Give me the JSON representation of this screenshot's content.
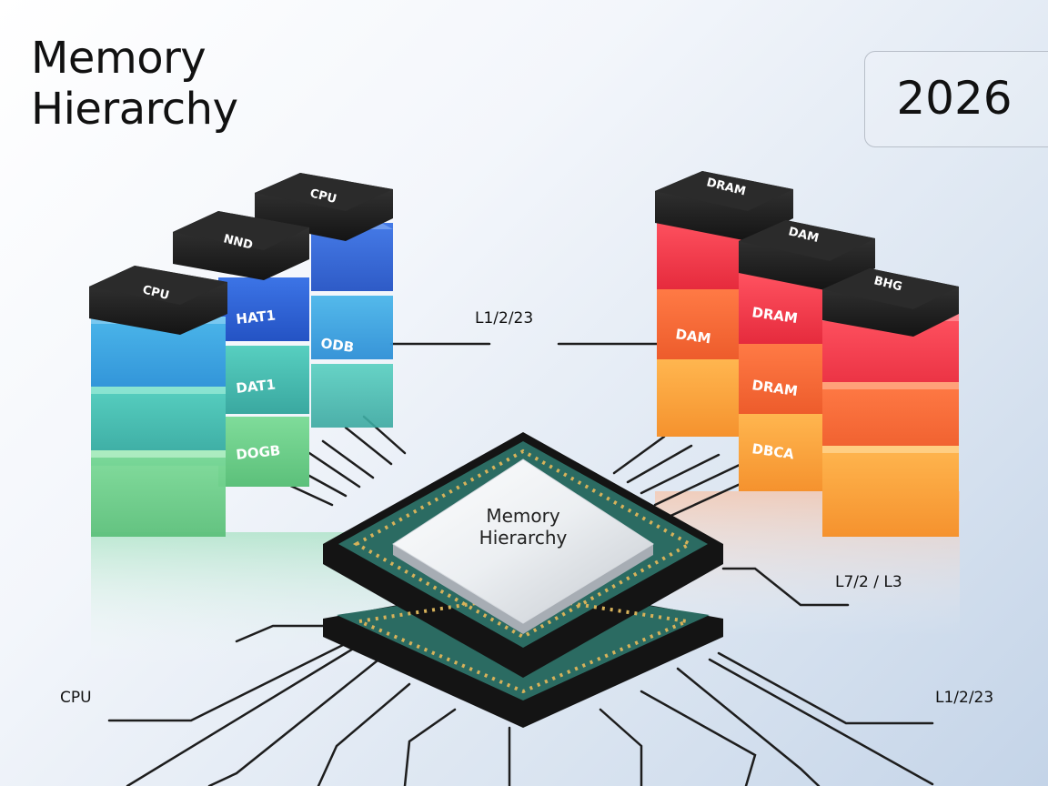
{
  "header": {
    "title_line1": "Memory",
    "title_line2": "Hierarchy",
    "year": "2026"
  },
  "chip": {
    "label_line1": "Memory",
    "label_line2": "Hierarchy"
  },
  "left_stack": {
    "caps": [
      "CPU",
      "NND",
      "CPU"
    ],
    "cube_labels": [
      "HAT1",
      "DAT1",
      "DOGB",
      "ODB"
    ]
  },
  "right_stack": {
    "caps": [
      "DRAM",
      "DAM",
      "BHG"
    ],
    "cube_labels": [
      "DRAM",
      "DAM",
      "DRAM",
      "DBCA"
    ]
  },
  "callouts": {
    "top_center": "L1/2/23",
    "right_mid": "L7/2 / L3",
    "bottom_left": "CPU",
    "bottom_right": "L1/2/23"
  },
  "colors": {
    "left_top": "#2f63d8",
    "left_mid": "#3aa7dc",
    "left_teal": "#4cc5b2",
    "left_green": "#6dd08a",
    "right_red": "#f2384a",
    "right_orange": "#f56a38",
    "right_amber": "#f8a43e",
    "cap_dark": "#1e1e1e",
    "chip_green": "#2b6b62"
  }
}
